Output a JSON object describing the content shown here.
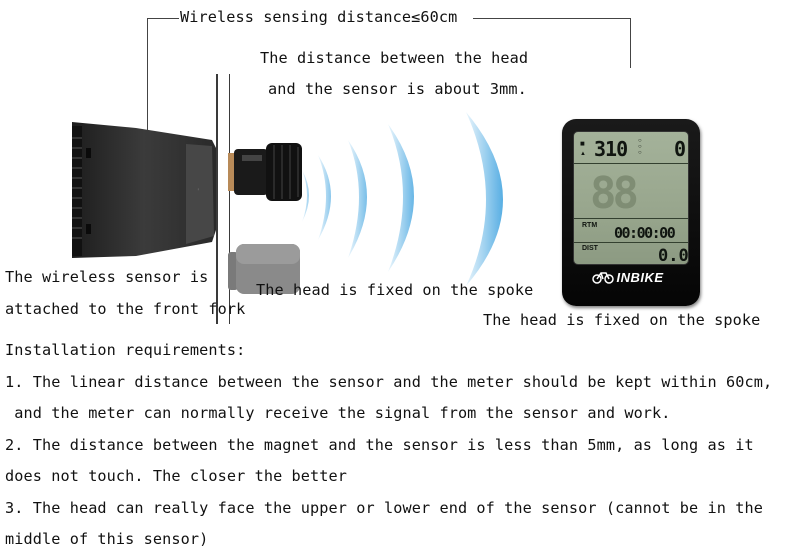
{
  "annotations": {
    "range_label": "Wireless sensing distance≤60cm",
    "gap_line1": "The distance between the head",
    "gap_line2": "and the sensor is about 3mm.",
    "sensor_line1": "The wireless sensor is",
    "sensor_line2": "attached to the front fork",
    "magnet_label": "The head is fixed on the spoke",
    "meter_label": "The head is fixed on the spoke"
  },
  "device": {
    "brand": "INBIKE",
    "speed_reading": "310",
    "top_right_reading": "0",
    "rtm_label": "RTM",
    "rtm_value": "00:00:00",
    "dist_label": "DIST",
    "dist_value": "0.0"
  },
  "instructions": {
    "heading": "Installation requirements:",
    "lines": [
      "1. The linear distance between the sensor and the meter should be kept within 60cm,",
      " and the meter can normally receive the signal from the sensor and work.",
      "2. The distance between the magnet and the sensor is less than 5mm, as long as it",
      "does not touch. The closer the better",
      "3. The head can really face the upper or lower end of the sensor (cannot be in the",
      "middle of this sensor)"
    ]
  },
  "colors": {
    "wave": "#9fd0ef",
    "wave_strong": "#5fb2e6",
    "lcd": "#9aa88f",
    "device_body": "#0d0d0d"
  }
}
